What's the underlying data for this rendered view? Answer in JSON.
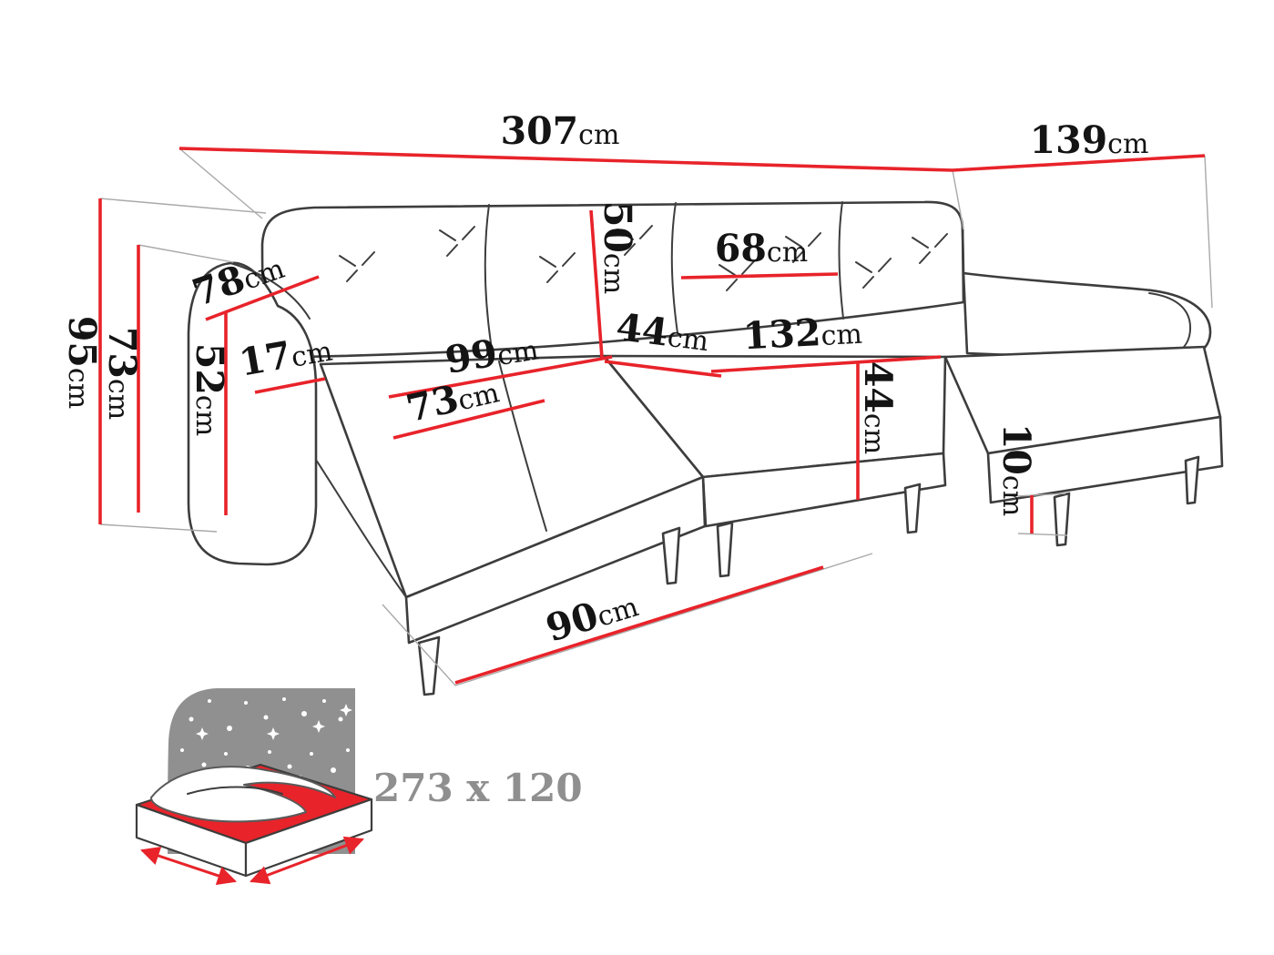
{
  "colors": {
    "dimension_red": "#e8232a",
    "outline_gray": "#3d3d3d",
    "icon_gray": "#909090"
  },
  "dims": {
    "w307": {
      "value": "307",
      "unit": "cm"
    },
    "d139": {
      "value": "139",
      "unit": "cm"
    },
    "h95": {
      "value": "95",
      "unit": "cm"
    },
    "h73": {
      "value": "73",
      "unit": "cm"
    },
    "d78": {
      "value": "78",
      "unit": "cm"
    },
    "h52": {
      "value": "52",
      "unit": "cm"
    },
    "w17": {
      "value": "17",
      "unit": "cm"
    },
    "l99": {
      "value": "99",
      "unit": "cm"
    },
    "w73": {
      "value": "73",
      "unit": "cm"
    },
    "h50": {
      "value": "50",
      "unit": "cm"
    },
    "d44a": {
      "value": "44",
      "unit": "cm"
    },
    "w68": {
      "value": "68",
      "unit": "cm"
    },
    "w132": {
      "value": "132",
      "unit": "cm"
    },
    "h44b": {
      "value": "44",
      "unit": "cm"
    },
    "h10": {
      "value": "10",
      "unit": "cm"
    },
    "l90": {
      "value": "90",
      "unit": "cm"
    }
  },
  "sleeping_area": {
    "label": "273 x 120"
  }
}
